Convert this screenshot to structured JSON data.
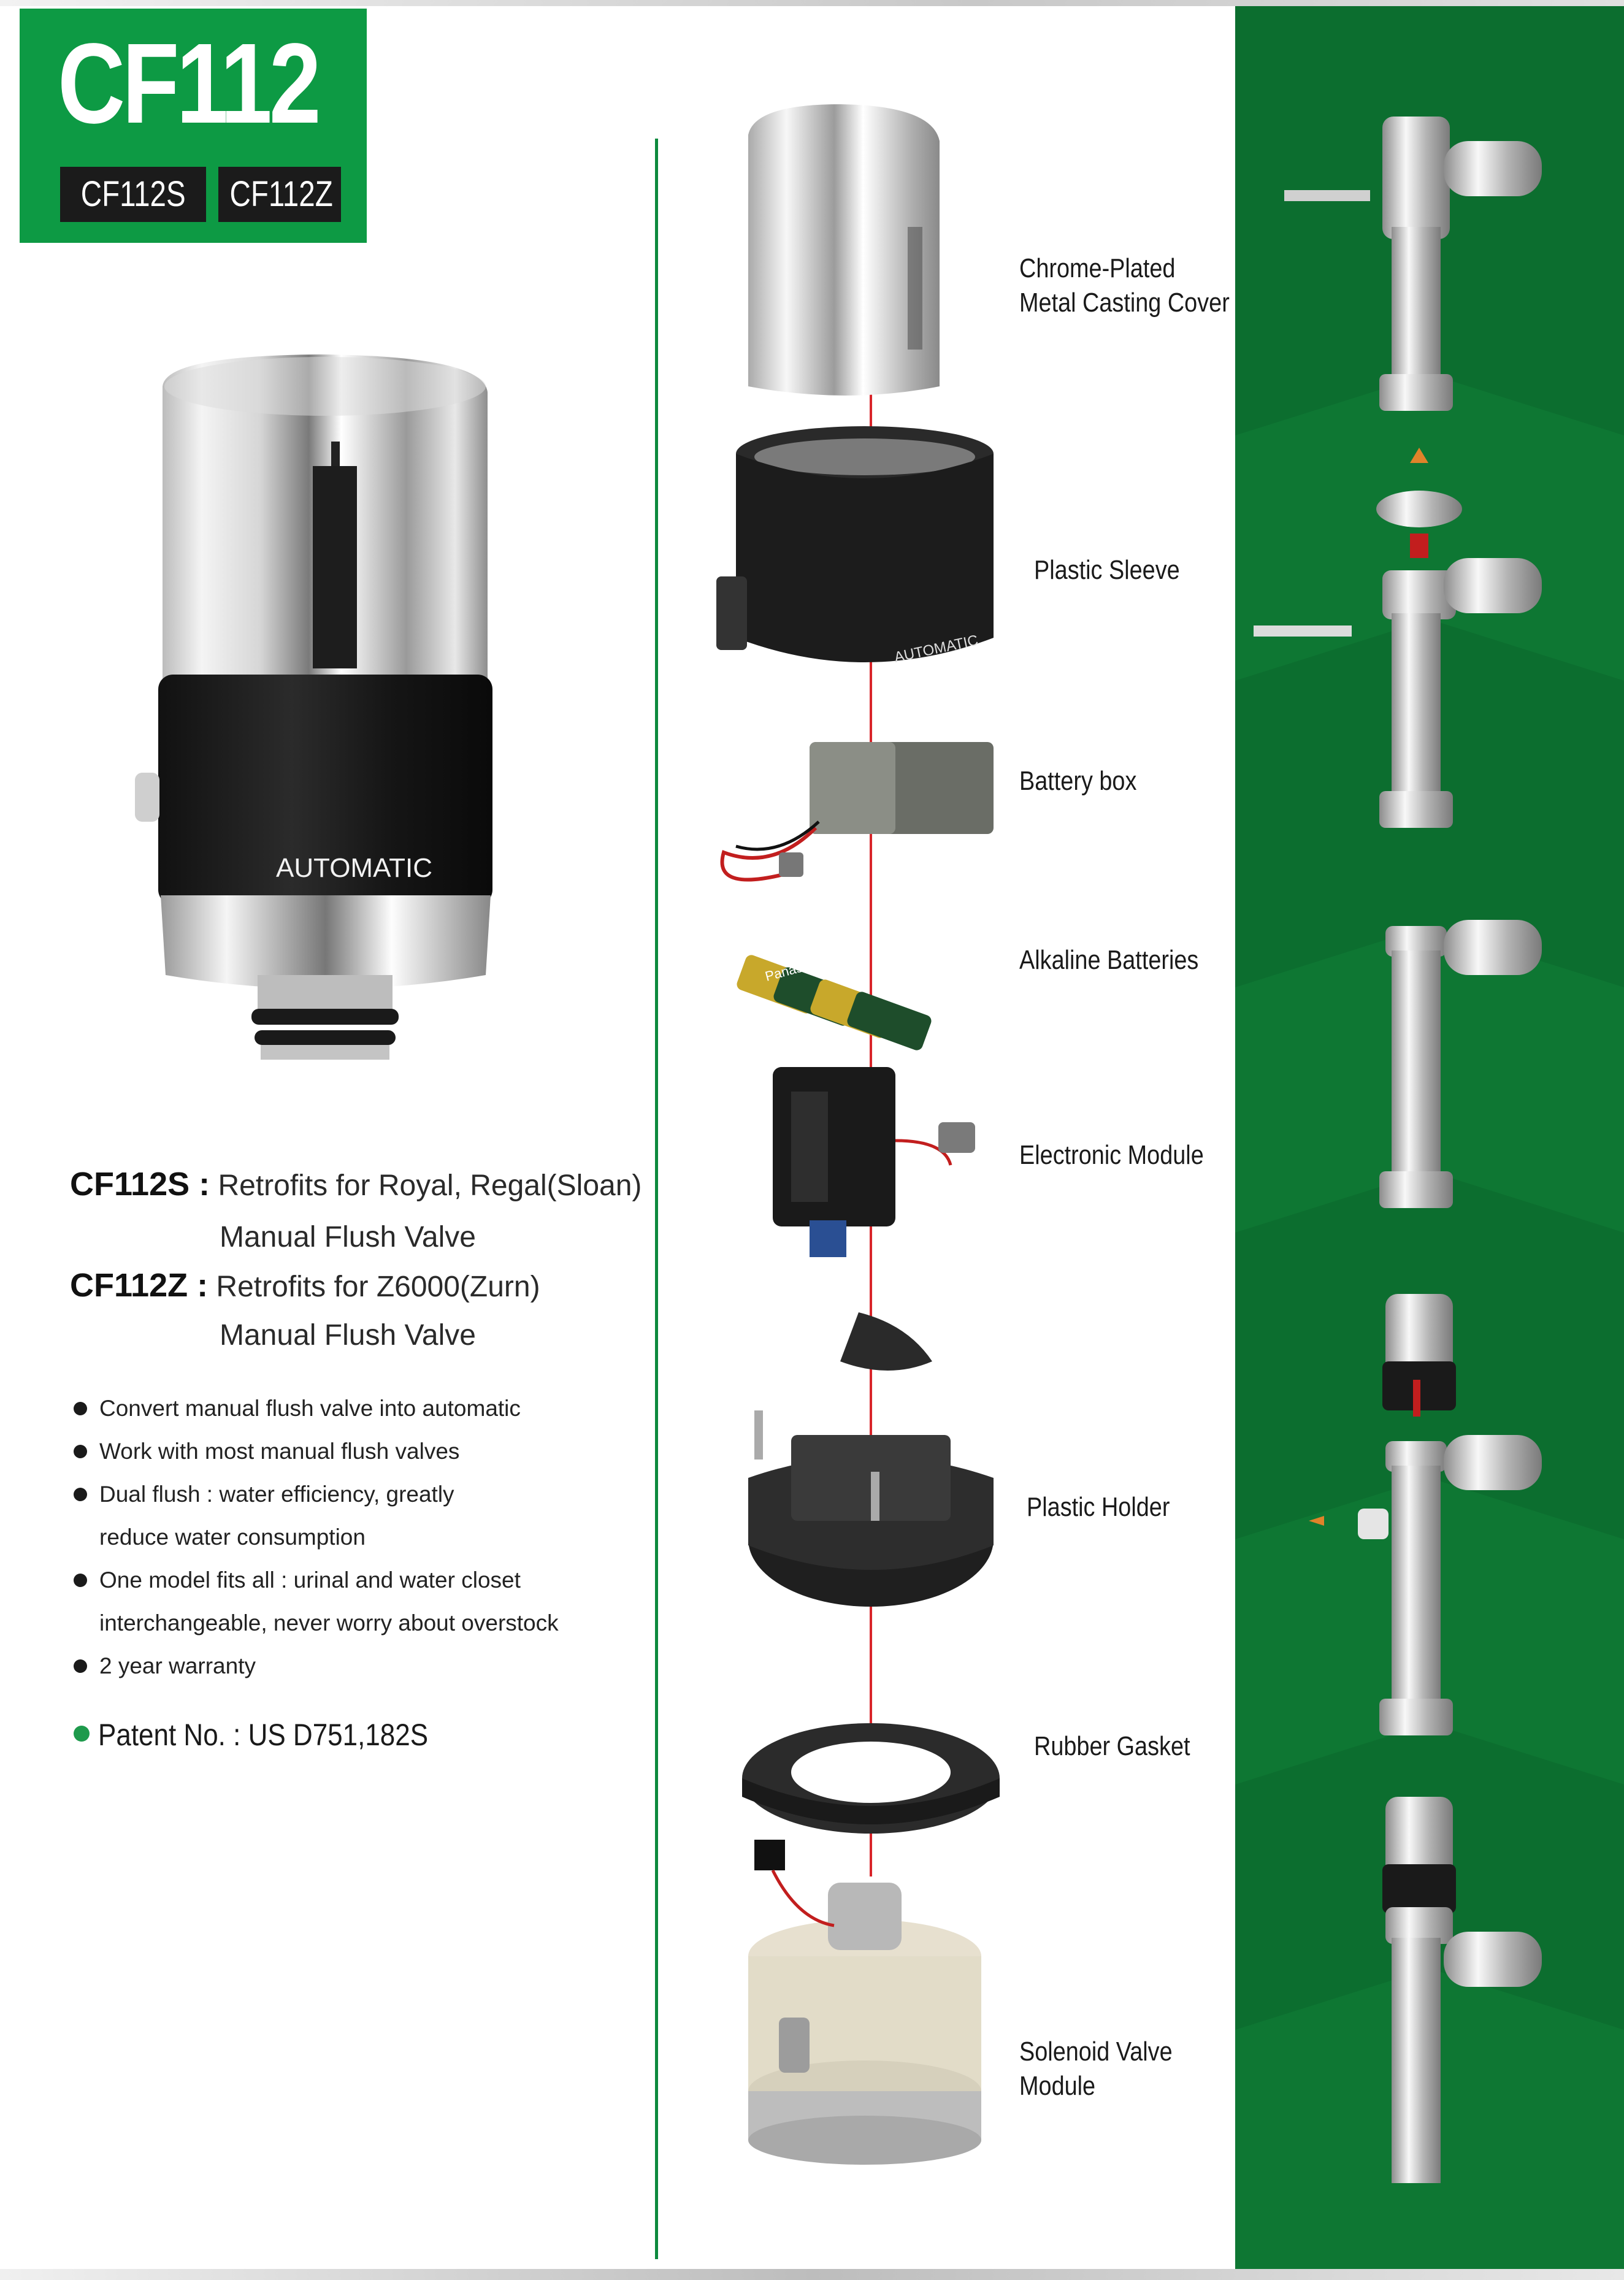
{
  "header": {
    "model": "CF112",
    "variants": [
      "CF112S",
      "CF112Z"
    ]
  },
  "product_image": {
    "label": "AUTOMATIC"
  },
  "models": [
    {
      "code": "CF112S :",
      "line1": "Retrofits for Royal, Regal(Sloan)",
      "line2": "Manual Flush Valve"
    },
    {
      "code": "CF112Z :",
      "line1": "Retrofits for Z6000(Zurn)",
      "line2": "Manual Flush Valve"
    }
  ],
  "features": [
    {
      "text": "Convert manual flush valve into automatic"
    },
    {
      "text": "Work with most manual flush valves"
    },
    {
      "text": "Dual flush : water efficiency, greatly",
      "cont": "reduce water consumption"
    },
    {
      "text": "One model fits all : urinal and water closet",
      "cont": "interchangeable, never worry about overstock"
    },
    {
      "text": "2 year warranty"
    }
  ],
  "patent": "Patent No. : US D751,182S",
  "parts": [
    {
      "line1": "Chrome-Plated",
      "line2": "Metal Casting Cover"
    },
    {
      "line1": "Plastic Sleeve"
    },
    {
      "line1": "Battery box"
    },
    {
      "line1": "Alkaline Batteries"
    },
    {
      "line1": "Electronic Module"
    },
    {
      "line1": "Plastic Holder"
    },
    {
      "line1": "Rubber Gasket"
    },
    {
      "line1": "Solenoid Valve",
      "line2": "Module"
    }
  ],
  "sleeve_print": "AUTOMATIC",
  "battery_brand": "Panasonic",
  "colors": {
    "brand_green": "#0d9a44",
    "panel_green": "#0c6e2f",
    "axis_red": "#d9252a",
    "label_black": "#1b1b1b"
  }
}
